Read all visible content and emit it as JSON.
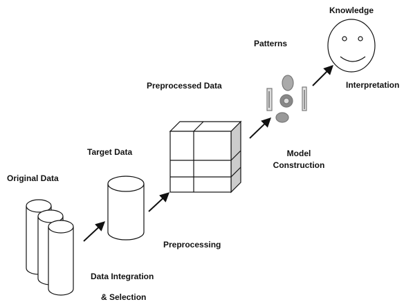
{
  "stages": {
    "original": "Original Data",
    "target": "Target Data",
    "preprocessed": "Preprocessed Data",
    "patterns": "Patterns",
    "knowledge": "Knowledge"
  },
  "steps": {
    "selection_line1": "Data Integration",
    "selection_line2": "& Selection",
    "preprocessing": "Preprocessing",
    "model_line1": "Model",
    "model_line2": "Construction",
    "interpretation": "Interpretation"
  },
  "colors": {
    "stroke": "#111111",
    "shade": "#cccccc",
    "face": "#ffffff"
  },
  "icons": [
    "database-cylinder-icon",
    "data-cube-icon",
    "pattern-collage-icon",
    "smiley-face-icon",
    "arrow-icon"
  ]
}
